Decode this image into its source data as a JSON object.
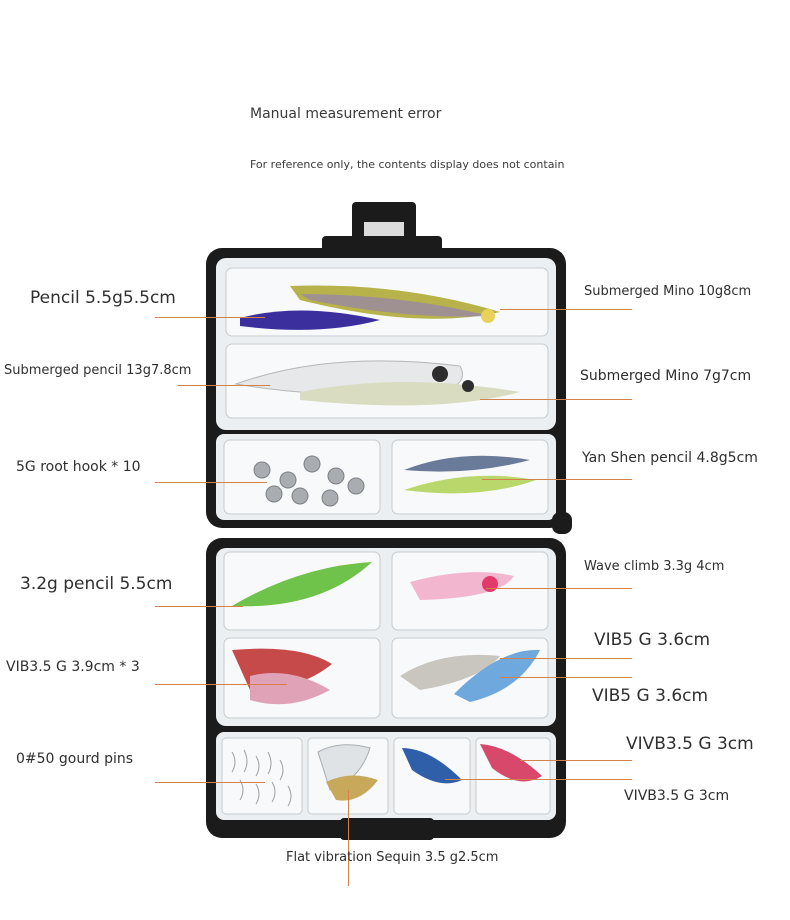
{
  "notes": {
    "error": "Manual measurement error",
    "reference": "For reference only, the contents display does not contain"
  },
  "labels": {
    "pencil_55": "Pencil 5.5g5.5cm",
    "submerged_pencil": "Submerged pencil 13g7.8cm",
    "root_hook": "5G root hook * 10",
    "pencil_32": "3.2g pencil 5.5cm",
    "vib35": "VIB3.5 G 3.9cm * 3",
    "gourd_pins": "0#50 gourd pins",
    "mino_10": "Submerged Mino 10g8cm",
    "mino_7": "Submerged Mino 7g7cm",
    "yan_shen": "Yan Shen pencil 4.8g5cm",
    "wave_climb": "Wave climb 3.3g 4cm",
    "vib5_a": "VIB5 G 3.6cm",
    "vib5_b": "VIB5 G 3.6cm",
    "vivb_a": "VIVB3.5 G 3cm",
    "vivb_b": "VIVB3.5 G 3cm",
    "sequin": "Flat vibration Sequin 3.5 g2.5cm"
  },
  "colors": {
    "leader_line": "#d4824a",
    "box_frame": "#1b1b1b"
  }
}
